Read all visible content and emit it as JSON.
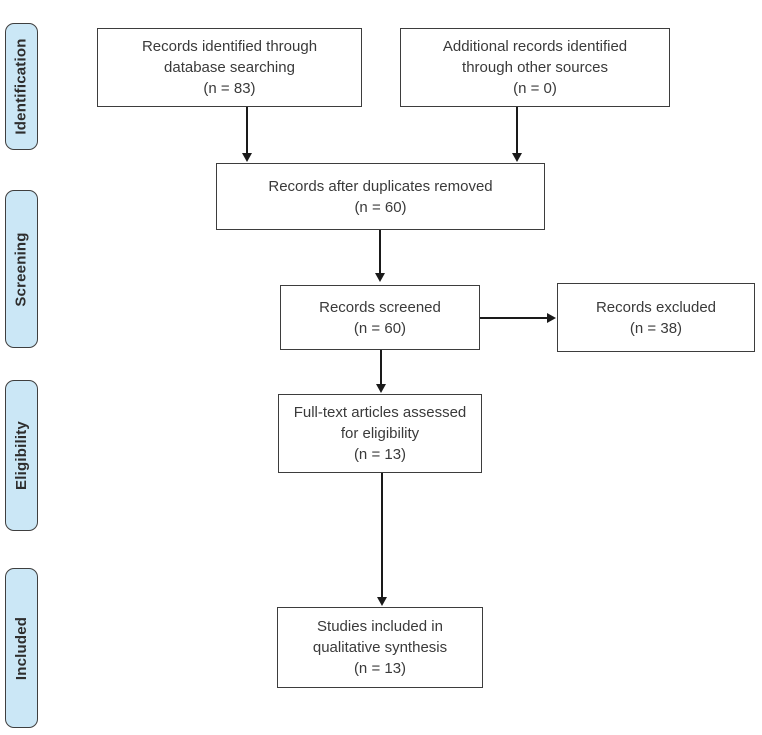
{
  "stages": [
    {
      "label": "Identification"
    },
    {
      "label": "Screening"
    },
    {
      "label": "Eligibility"
    },
    {
      "label": "Included"
    }
  ],
  "boxes": {
    "records_identified": {
      "lines": [
        "Records identified through",
        "database searching",
        "(n =  83)"
      ],
      "n": 83
    },
    "additional_records": {
      "lines": [
        "Additional records identified",
        "through other sources",
        "(n =  0)"
      ],
      "n": 0
    },
    "duplicates_removed": {
      "lines": [
        "Records after duplicates removed",
        "(n =  60)"
      ],
      "n": 60
    },
    "records_screened": {
      "lines": [
        "Records screened",
        "(n =  60)"
      ],
      "n": 60
    },
    "records_excluded": {
      "lines": [
        "Records excluded",
        "(n =  38)"
      ],
      "n": 38
    },
    "fulltext_assessed": {
      "lines": [
        "Full-text articles assessed",
        "for eligibility",
        "(n =  13)"
      ],
      "n": 13
    },
    "studies_included": {
      "lines": [
        "Studies included in",
        "qualitative synthesis",
        "(n =  13)"
      ],
      "n": 13
    }
  },
  "colors": {
    "stage_fill": "#cbe7f6",
    "stage_border": "#3f3f3f",
    "box_border": "#3d3d3d",
    "arrow": "#1a1a1a",
    "text": "#3a3a3a",
    "background": "#ffffff"
  }
}
